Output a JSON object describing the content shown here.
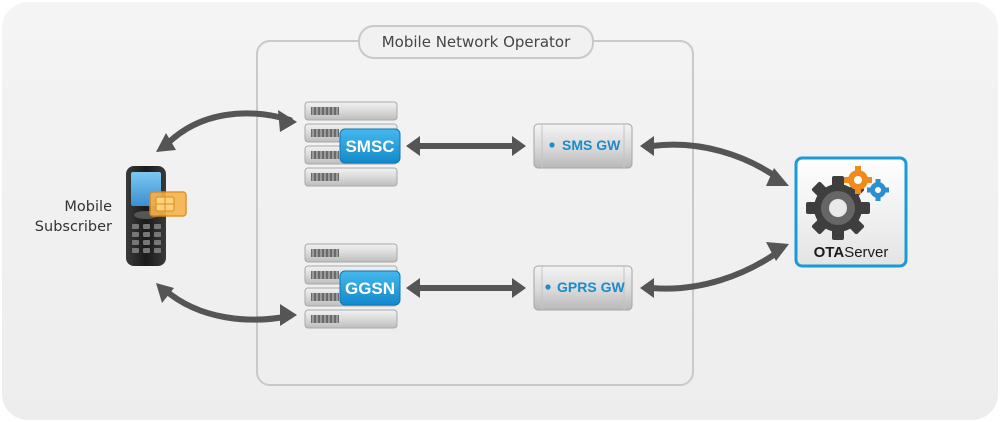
{
  "operator": {
    "label": "Mobile Network Operator"
  },
  "subscriber": {
    "line1": "Mobile",
    "line2": "Subscriber"
  },
  "nodes": {
    "smsc": "SMSC",
    "ggsn": "GGSN",
    "sms_gw": "SMS GW",
    "gprs_gw": "GPRS GW",
    "ota_bold": "OTA",
    "ota_rest": "Server"
  },
  "colors": {
    "accent": "#1b9ad6",
    "arrow": "#555555",
    "frame": "#c9c9c9"
  },
  "icons": [
    "mobile-phone-icon",
    "sim-card-icon",
    "server-stack-icon",
    "gateway-icon",
    "gears-icon"
  ]
}
